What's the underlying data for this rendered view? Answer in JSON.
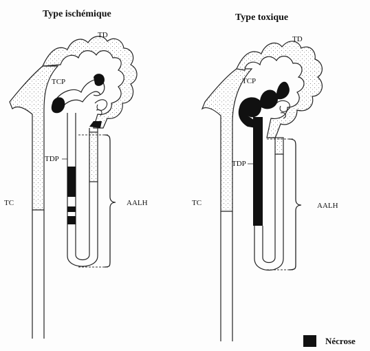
{
  "diagrams": [
    {
      "title": "Type ischémique",
      "labels": {
        "td": "TD",
        "tcp": "TCP",
        "tdp": "TDP",
        "tc": "TC",
        "aalh": "AALH"
      }
    },
    {
      "title": "Type toxique",
      "labels": {
        "td": "TD",
        "tcp": "TCP",
        "tdp": "TDP",
        "tc": "TC",
        "aalh": "AALH"
      }
    }
  ],
  "legend": {
    "label": "Nécrose",
    "color": "#111111"
  }
}
